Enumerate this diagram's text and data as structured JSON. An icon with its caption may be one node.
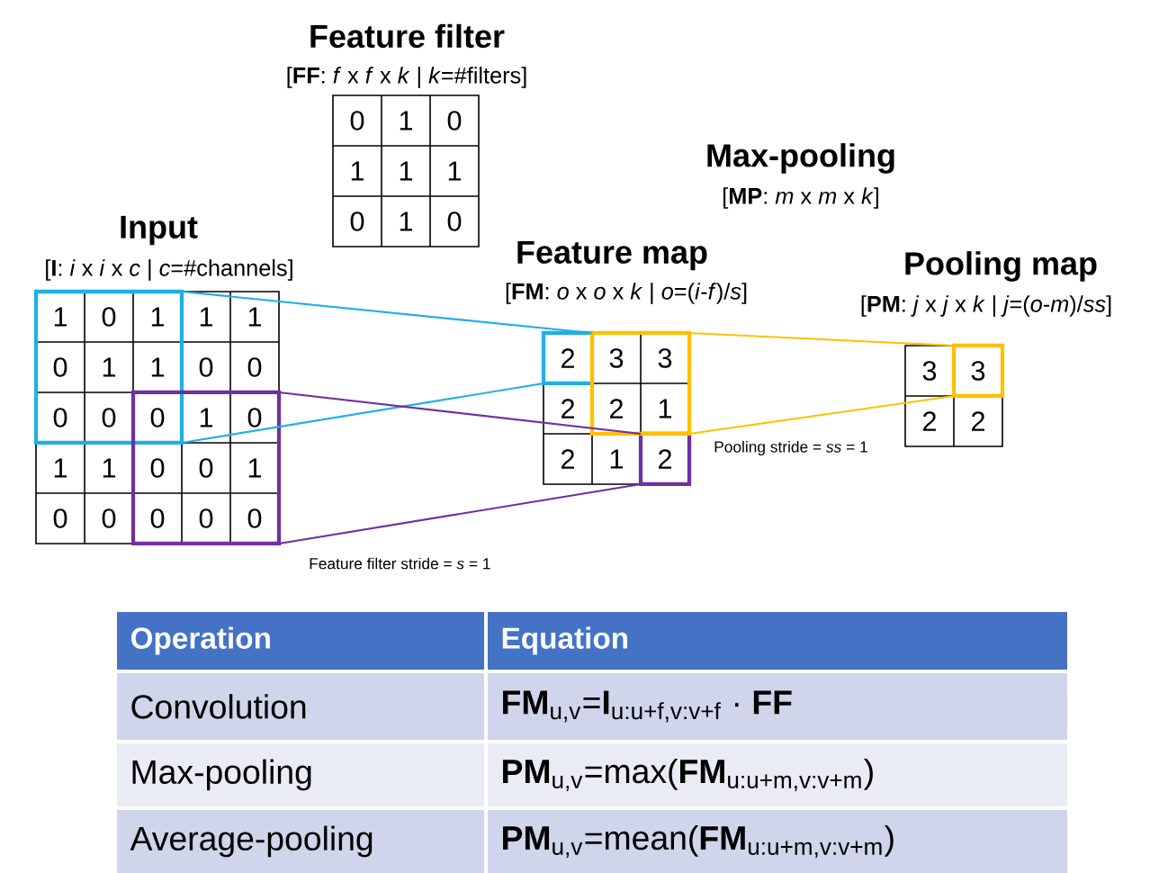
{
  "diagram": {
    "nodes": [
      {
        "text": [
          "Feature filter",
          "[**FF**: *f* x *f* x *k* | *k*=#filters]",
          "0",
          "1",
          "0",
          "1",
          "1",
          "1",
          "0",
          "1",
          "0"
        ]
      },
      {
        "text": [
          "Input",
          "[**I**: *i* x *i* x *c* | *c*=#channels]",
          "1",
          "0",
          "1",
          "1",
          "1",
          "0",
          "1",
          "1",
          "0",
          "0",
          "0",
          "0",
          "0",
          "1",
          "0",
          "1",
          "1",
          "0",
          "0",
          "1",
          "0",
          "0",
          "0",
          "0",
          "0"
        ]
      },
      {
        "text": [
          "Feature map",
          "[**FM**: *o* x *o* x *k* | *o*=(*i*-*f*)/*s*]",
          "2",
          "3",
          "3",
          "2",
          "2",
          "1",
          "2",
          "1",
          "2"
        ]
      },
      {
        "text": [
          "Pooling map",
          "[**PM**: *j* x *j* x *k* | *j*=(*o*-*m*)/*ss*]",
          "3",
          "3",
          "2",
          "2"
        ]
      }
    ],
    "edges": [
      {
        "from": 1,
        "to": 2,
        "arrow": "none",
        "color": "#1fb0e6"
      },
      {
        "from": 1,
        "to": 2,
        "arrow": "none",
        "color": "#1fb0e6"
      },
      {
        "from": 1,
        "to": 2,
        "arrow": "none",
        "color": "#7030a0"
      },
      {
        "from": 1,
        "to": 2,
        "arrow": "none",
        "color": "#7030a0"
      },
      {
        "from": 2,
        "to": 3,
        "arrow": "none",
        "color": "#ffc000"
      },
      {
        "from": 2,
        "to": 3,
        "arrow": "none",
        "color": "#ffc000"
      }
    ],
    "labels": [
      "Max-pooling",
      "[**MP**: *m* x *m* x *k*]",
      "Feature filter stride = *s* = 1",
      "Pooling stride = *ss* = 1",
      "Operation",
      "Equation",
      "Convolution",
      "**FM**$_{u,v}$=**I**$_{u:u+f,v:v+f}$ · **FF**",
      "Max-pooling",
      "**PM**$_{u,v}$=max(**FM**$_{u:u+m,v:v+m}$)",
      "Average-pooling",
      "**PM**$_{u,v}$=mean(**FM**$_{u:u+m,v:v+m}$)"
    ]
  }
}
